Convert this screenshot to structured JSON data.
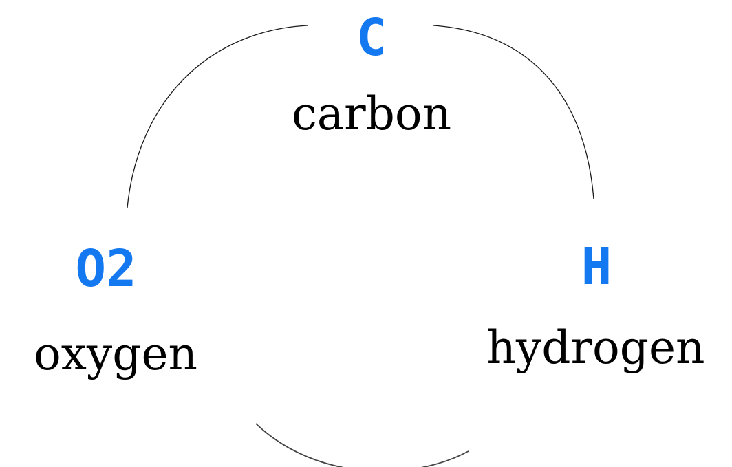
{
  "colors": {
    "symbol": "#1478f0",
    "name": "#000000",
    "line": "#1a1a1a"
  },
  "elements": {
    "carbon": {
      "symbol": "C",
      "name": "carbon"
    },
    "hydrogen": {
      "symbol": "H",
      "name": "hydrogen"
    },
    "oxygen": {
      "symbol": "O2",
      "name": "oxygen"
    }
  }
}
